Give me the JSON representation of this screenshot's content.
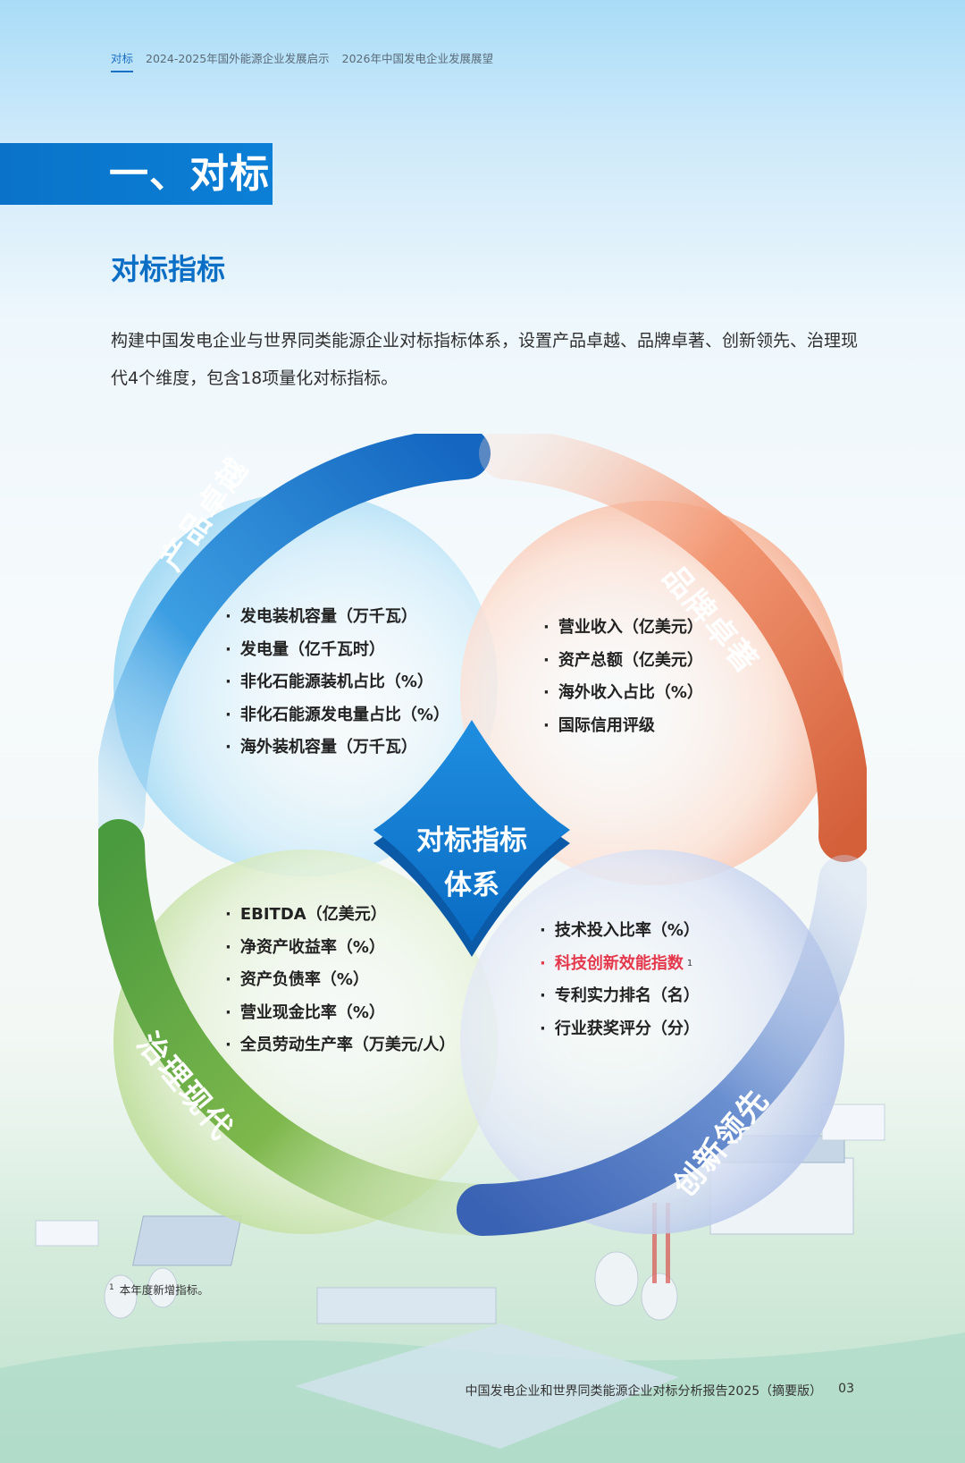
{
  "breadcrumb": {
    "items": [
      "对标",
      "2024-2025年国外能源企业发展启示",
      "2026年中国发电企业发展展望"
    ]
  },
  "section": {
    "title": "一、对标",
    "subtitle": "对标指标"
  },
  "intro": {
    "text": "构建中国发电企业与世界同类能源企业对标指标体系，设置产品卓越、品牌卓著、创新领先、治理现代4个维度，包含18项量化对标指标。"
  },
  "diagram": {
    "center": {
      "line1": "对标指标",
      "line2": "体系"
    },
    "dimensions": {
      "product": {
        "label": "产品卓越",
        "color": "#1f7bd1",
        "items": [
          "发电装机容量（万千瓦）",
          "发电量（亿千瓦时）",
          "非化石能源装机占比（%）",
          "非化石能源发电量占比（%）",
          "海外装机容量（万千瓦）"
        ]
      },
      "brand": {
        "label": "品牌卓著",
        "color": "#e06a3f",
        "items": [
          "营业收入（亿美元）",
          "资产总额（亿美元）",
          "海外收入占比（%）",
          "国际信用评级"
        ]
      },
      "governance": {
        "label": "治理现代",
        "color": "#5e9e3c",
        "items": [
          "EBITDA（亿美元）",
          "净资产收益率（%）",
          "资产负债率（%）",
          "营业现金比率（%）",
          "全员劳动生产率（万美元/人）"
        ]
      },
      "innovation": {
        "label": "创新领先",
        "color": "#3a68b8",
        "items": [
          "技术投入比率（%）",
          "科技创新效能指数",
          "专利实力排名（名）",
          "行业获奖评分（分）"
        ],
        "highlight_index": 1,
        "highlight_mark": "1",
        "highlight_color": "#e5384c"
      }
    }
  },
  "footnote": {
    "mark": "1",
    "text": "本年度新增指标。"
  },
  "footer": {
    "title": "中国发电企业和世界同类能源企业对标分析报告2025（摘要版）",
    "page": "03"
  }
}
